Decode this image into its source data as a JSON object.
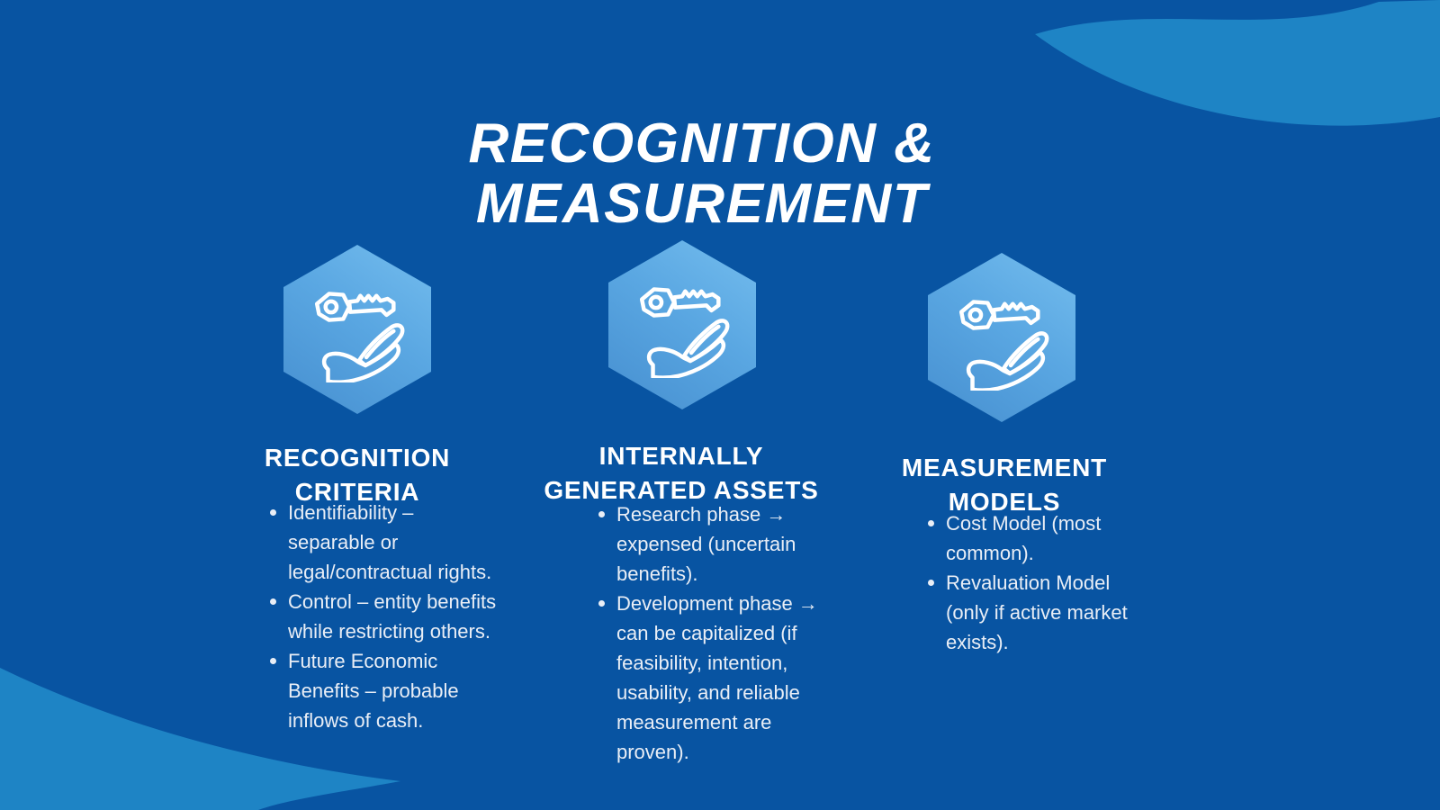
{
  "slide": {
    "title": "RECOGNITION &\nMEASUREMENT"
  },
  "colors": {
    "background": "#0854a2",
    "swoosh": "#1e84c5",
    "hexagon_light": "#74bdee",
    "hexagon_dark": "#468fd0",
    "heading_text": "#ffffff",
    "body_text": "#e9eef6"
  },
  "icons": {
    "badge": "key-in-hand-icon"
  },
  "columns": [
    {
      "heading": "RECOGNITION\nCRITERIA",
      "items": [
        "Identifiability –\nseparable or\nlegal/contractual rights.",
        "Control – entity benefits\nwhile restricting others.",
        "Future Economic\nBenefits – probable\ninflows of cash."
      ]
    },
    {
      "heading": "INTERNALLY\nGENERATED ASSETS",
      "items": [
        "Research phase →\nexpensed (uncertain\nbenefits).",
        "Development phase →\ncan be capitalized (if\nfeasibility, intention,\nusability, and reliable\nmeasurement are\nproven)."
      ]
    },
    {
      "heading": "MEASUREMENT\nMODELS",
      "items": [
        "Cost Model (most\ncommon).",
        "Revaluation Model\n(only if active market\nexists)."
      ]
    }
  ]
}
